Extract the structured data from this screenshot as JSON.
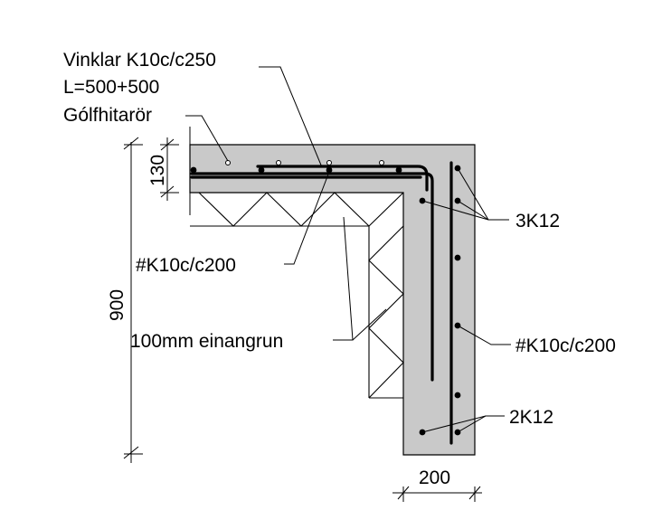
{
  "labels": {
    "vinklar_line1": "Vinklar K10c/c250",
    "vinklar_line2": "L=500+500",
    "golfhitaror": "Gólfhitarör",
    "rebar_3k12": "3K12",
    "mesh_slab": "#K10c/c200",
    "mesh_wall": "#K10c/c200",
    "insulation": "100mm einangrun",
    "rebar_2k12": "2K12"
  },
  "dimensions": {
    "slab_thickness": "130",
    "height": "900",
    "wall_width": "200"
  },
  "colors": {
    "concrete": "#c9c9c9",
    "line": "#000000"
  }
}
